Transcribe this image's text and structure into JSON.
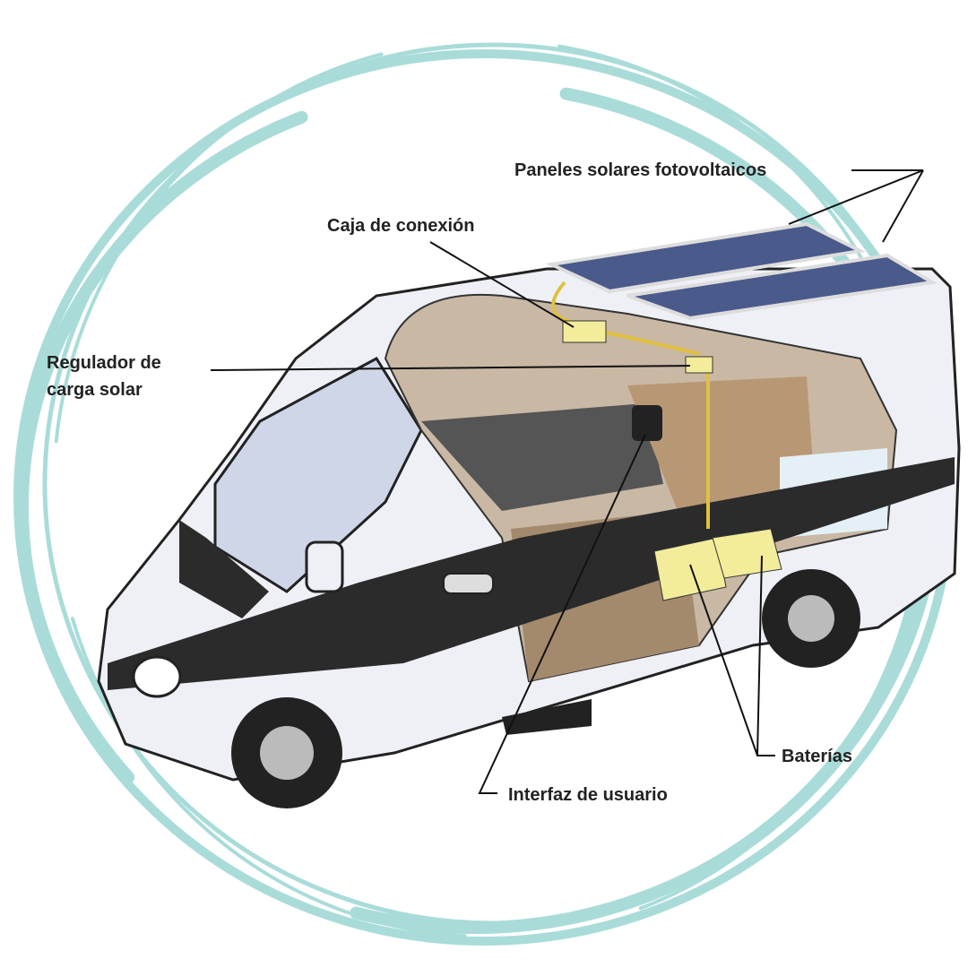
{
  "diagram": {
    "title": "Instalación solar en autocaravana",
    "labels": {
      "panels": "Paneles solares fotovoltaicos",
      "junction_box": "Caja de conexión",
      "regulator_line1": "Regulador de",
      "regulator_line2": "carga solar",
      "user_interface": "Interfaz de usuario",
      "batteries": "Baterías"
    },
    "colors": {
      "swirl": "#a9dcd9",
      "van_body": "#eef0f6",
      "stripe": "#2b2b2b",
      "battery": "#f3ec9a",
      "panel": "#4a5a8a"
    }
  }
}
